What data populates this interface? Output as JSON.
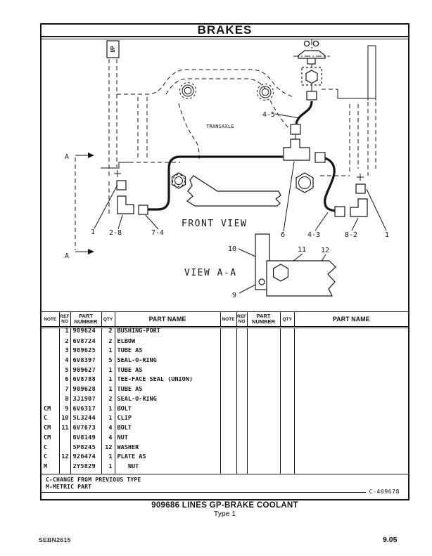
{
  "header": {
    "title": "BRAKES"
  },
  "diagram": {
    "section_letter": "A",
    "up_label": "UP",
    "transaxle_label": "TRANSAXLE",
    "front_view_label": "FRONT VIEW",
    "view_aa_label": "VIEW A-A",
    "callouts": {
      "left_fitting": "1",
      "left_bracket": "2-8",
      "left_tube": "7-4",
      "hose": "4-5",
      "tee": "6",
      "right_tube": "4-3",
      "right_bracket": "8-2",
      "right_fitting": "1",
      "washer": "9",
      "bracket": "10",
      "bolt": "11",
      "plate": "12"
    }
  },
  "table": {
    "head": {
      "note": "NOTE",
      "ref1": "REF",
      "ref2": "NO",
      "part1": "PART",
      "part2": "NUMBER",
      "qty": "QTY",
      "name": "PART NAME"
    },
    "rows": [
      [
        "",
        "1",
        "909624",
        "2",
        "BUSHING-PORT"
      ],
      [
        "",
        "2",
        "6V8724",
        "2",
        "ELBOW"
      ],
      [
        "",
        "3",
        "909625",
        "1",
        "TUBE AS"
      ],
      [
        "",
        "4",
        "6V8397",
        "5",
        "SEAL-O-RING"
      ],
      [
        "",
        "5",
        "909627",
        "1",
        "TUBE AS"
      ],
      [
        "",
        "6",
        "6V8788",
        "1",
        "TEE-FACE SEAL (UNION)"
      ],
      [
        "",
        "7",
        "909628",
        "1",
        "TUBE AS"
      ],
      [
        "",
        "8",
        "3J1907",
        "2",
        "SEAL-O-RING"
      ],
      [
        "CM",
        "9",
        "6V6317",
        "1",
        "BOLT"
      ],
      [
        "C",
        "10",
        "5L3244",
        "1",
        "CLIP"
      ],
      [
        "CM",
        "11",
        "6V7673",
        "4",
        "BOLT"
      ],
      [
        "CM",
        "",
        "6V8149",
        "4",
        "NUT"
      ],
      [
        "C",
        "",
        "5P8245",
        "12",
        "WASHER"
      ],
      [
        "C",
        "12",
        "926474",
        "1",
        "PLATE AS"
      ],
      [
        "M",
        "",
        "2Y5829",
        "1",
        "   NUT"
      ]
    ],
    "notes": [
      "C-CHANGE FROM PREVIOUS TYPE",
      "M-METRIC PART"
    ]
  },
  "footer": {
    "doc_code": "C-409678",
    "caption": "909686 LINES GP-BRAKE COOLANT",
    "type_label": "Type 1",
    "manual_code": "SEBN2615",
    "page_number": "9.05"
  },
  "colors": {
    "ink": "#151515",
    "paper": "#ffffff"
  }
}
